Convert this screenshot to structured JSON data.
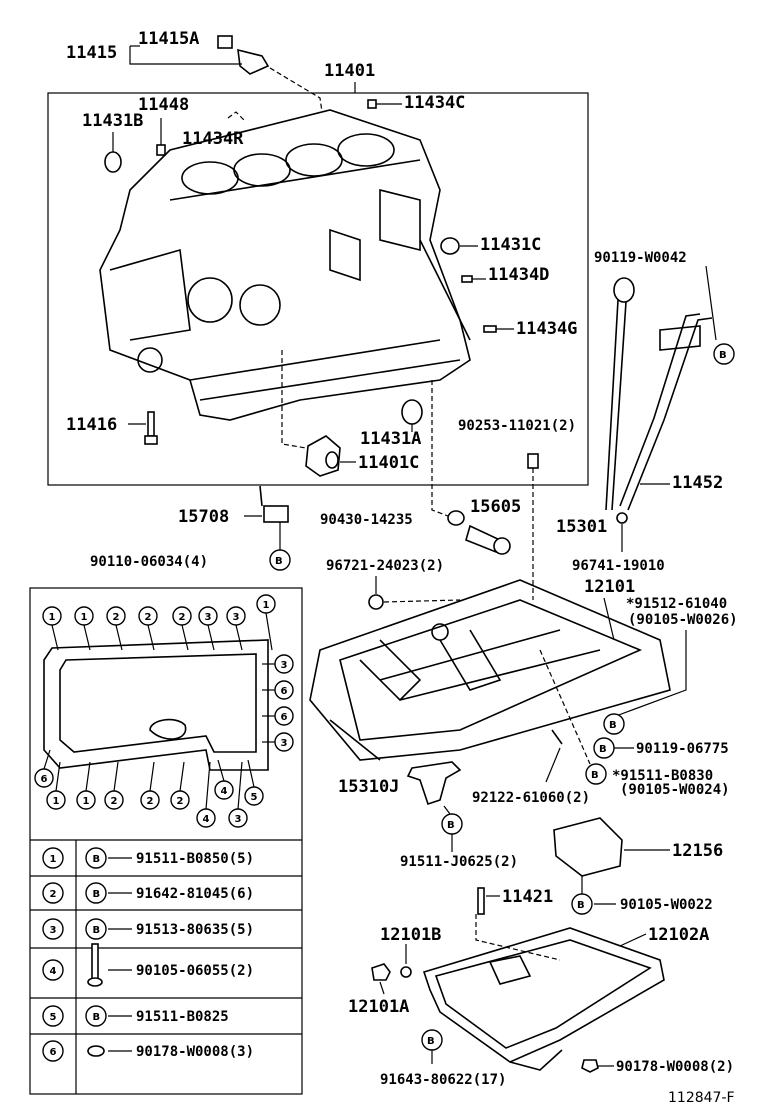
{
  "labels": {
    "p11415": "11415",
    "p11415a": "11415A",
    "p11401": "11401",
    "p11448": "11448",
    "p11431b": "11431B",
    "p11434c": "11434C",
    "p11434r": "11434R",
    "p11431c": "11431C",
    "p11434d": "11434D",
    "p11434g": "11434G",
    "p11416": "11416",
    "p11431a": "11431A",
    "p11401c": "11401C",
    "p90253": "90253-11021(2)",
    "p90119_42": "90119-W0042",
    "p11452": "11452",
    "p15301": "15301",
    "p96741": "96741-19010",
    "p15708": "15708",
    "p90430": "90430-14235",
    "p15605": "15605",
    "p90110": "90110-06034(4)",
    "p96721": "96721-24023(2)",
    "p12101": "12101",
    "p91512": "*91512-61040",
    "p90105_26": "(90105-W0026)",
    "p90119_75": "90119-06775",
    "p91511_30": "*91511-B0830",
    "p90105_24": "(90105-W0024)",
    "p15310j": "15310J",
    "p92122": "92122-61060(2)",
    "p91511_j": "91511-J0625(2)",
    "p12156": "12156",
    "p90105_22": "90105-W0022",
    "p11421": "11421",
    "p12101b": "12101B",
    "p12102a": "12102A",
    "p12101a": "12101A",
    "p91643": "91643-80622(17)",
    "p90178_bottom": "90178-W0008(2)",
    "figure_id": "112847-F",
    "bolt_marker": "B"
  },
  "legend": [
    {
      "num": "1",
      "marker": "B",
      "part": "91511-B0850(5)"
    },
    {
      "num": "2",
      "marker": "B",
      "part": "91642-81045(6)"
    },
    {
      "num": "3",
      "marker": "B",
      "part": "91513-80635(5)"
    },
    {
      "num": "4",
      "marker": "bolt",
      "part": "90105-06055(2)"
    },
    {
      "num": "5",
      "marker": "B",
      "part": "91511-B0825"
    },
    {
      "num": "6",
      "marker": "nut",
      "part": "90178-W0008(3)"
    }
  ],
  "pattern": {
    "top_row": [
      "1",
      "1",
      "2",
      "2",
      "2",
      "3",
      "3",
      "1"
    ],
    "bottom_row": [
      "1",
      "1",
      "2",
      "2",
      "2",
      "4",
      "3"
    ],
    "right_col": [
      "3",
      "6",
      "6",
      "3"
    ],
    "bottom_extra": [
      "4",
      "5"
    ],
    "left_side": "6"
  }
}
